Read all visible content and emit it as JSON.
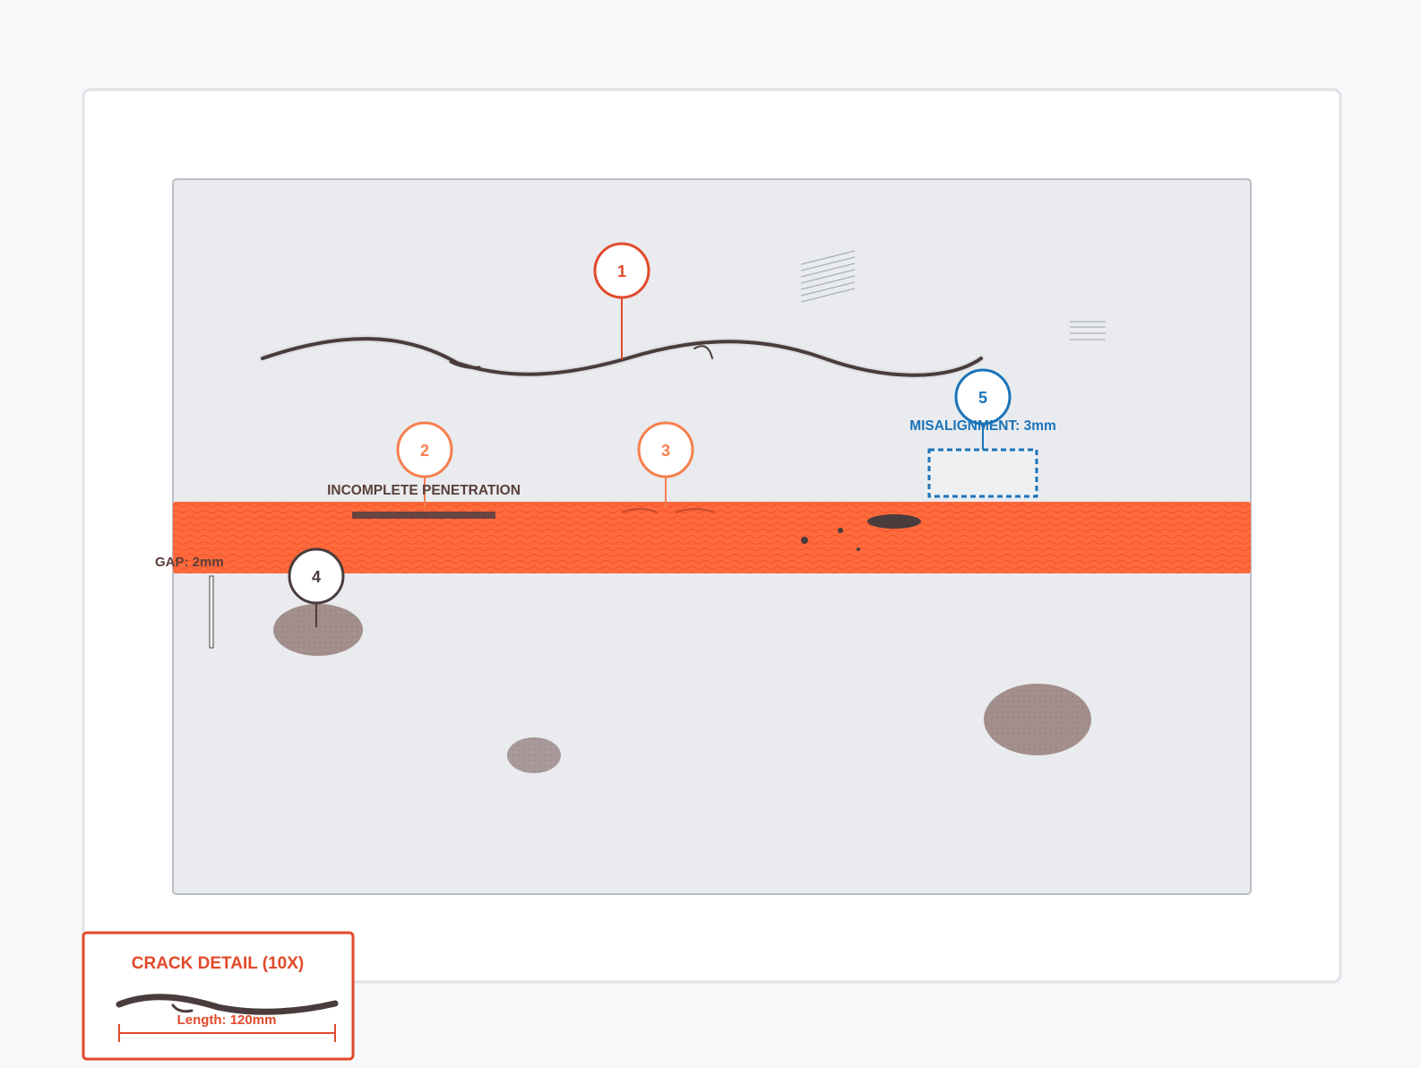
{
  "colors": {
    "page_bg": "#f7f8fa",
    "card_bg": "#ffffff",
    "card_border": "#dfe2e6",
    "plate_bg": "#e9ebee",
    "plate_border": "#b9bdc5",
    "weld_bead": "#ff6a3d",
    "weld_wave": "#ee4d1e",
    "crack": "#4a3c3c",
    "marker_red": "#e24a2a",
    "marker_orange": "#f6804f",
    "marker_dark": "#4a3c3c",
    "marker_blue": "#1b73b8",
    "label_dark": "#5a3e3a",
    "spatter": "#a38f8c"
  },
  "markers": [
    {
      "id": "1",
      "kind": "crack"
    },
    {
      "id": "2",
      "kind": "incomplete-penetration"
    },
    {
      "id": "3",
      "kind": "undercut"
    },
    {
      "id": "4",
      "kind": "spatter"
    },
    {
      "id": "5",
      "kind": "misalignment"
    }
  ],
  "labels": {
    "incomplete_penetration": "INCOMPLETE PENETRATION",
    "gap": "GAP: 2mm",
    "misalignment": "MISALIGNMENT: 3mm"
  },
  "inset": {
    "title": "CRACK DETAIL (10X)",
    "length_label": "Length: 120mm"
  }
}
